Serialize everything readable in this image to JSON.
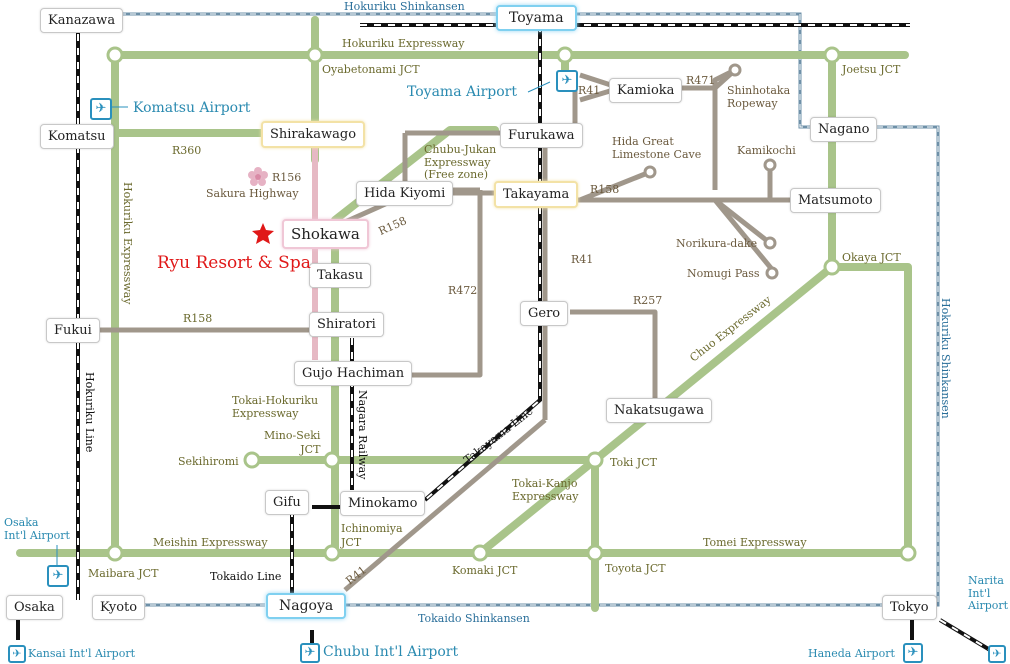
{
  "cities": {
    "kanazawa": "Kanazawa",
    "toyama": "Toyama",
    "komatsu": "Komatsu",
    "fukui": "Fukui",
    "osaka": "Osaka",
    "kyoto": "Kyoto",
    "nagoya": "Nagoya",
    "tokyo": "Tokyo",
    "nagano": "Nagano",
    "matsumoto": "Matsumoto",
    "kamioka": "Kamioka",
    "furukawa": "Furukawa",
    "takayama": "Takayama",
    "hida_kiyomi": "Hida Kiyomi",
    "shirakawago": "Shirakawago",
    "shokawa": "Shokawa",
    "takasu": "Takasu",
    "shiratori": "Shiratori",
    "gujo_hachiman": "Gujo Hachiman",
    "gero": "Gero",
    "nakatsugawa": "Nakatsugawa",
    "gifu": "Gifu",
    "minokamo": "Minokamo"
  },
  "resort": {
    "name": "Ryu Resort & Spa",
    "color": "#e01818"
  },
  "airports": {
    "komatsu": "Komatsu Airport",
    "toyama": "Toyama Airport",
    "osaka": "Osaka\nInt'l Airport",
    "kansai": "Kansai Int'l Airport",
    "chubu": "Chubu Int'l Airport",
    "haneda": "Haneda Airport",
    "narita": "Narita\nInt'l\nAirport"
  },
  "junctions": {
    "oyabetonami": "Oyabetonami JCT",
    "joetsu": "Joetsu JCT",
    "okaya": "Okaya JCT",
    "mino_seki": "Mino-Seki\nJCT",
    "sekihiromi": "Sekihiromi",
    "toki": "Toki JCT",
    "ichinomiya": "Ichinomiya\nJCT",
    "maibara": "Maibara JCT",
    "komaki": "Komaki JCT",
    "toyota": "Toyota JCT"
  },
  "expressways": {
    "hokuriku": "Hokuriku Expressway",
    "hokuriku_vertical": "Hokuriku Expressway",
    "chubu_jukan": "Chubu-Jukan\nExpressway\n(Free zone)",
    "tokai_hokuriku": "Tokai-Hokuriku\nExpressway",
    "chuo": "Chuo Expressway",
    "tokai_kanjo": "Tokai-Kanjo\nExpressway",
    "meishin": "Meishin Expressway",
    "tomei": "Tomei Expressway"
  },
  "routes": {
    "r360": "R360",
    "r156": "R156",
    "sakura": "Sakura Highway",
    "r158_shokawa": "R158",
    "r158_takayama": "R158",
    "r158_fukui": "R158",
    "r41_top": "R41",
    "r41_mid": "R41",
    "r41_bottom": "R41",
    "r472": "R472",
    "r471": "R471",
    "r257": "R257"
  },
  "landmarks": {
    "shinhotaka": "Shinhotaka\nRopeway",
    "hida_great": "Hida Great\nLimestone Cave",
    "kamikochi": "Kamikochi",
    "norikura": "Norikura-dake",
    "nomugi": "Nomugi Pass"
  },
  "rail": {
    "hokuriku_shinkansen_top": "Hokuriku Shinkansen",
    "hokuriku_shinkansen_right": "Hokuriku Shinkansen",
    "tokaido_shinkansen": "Tokaido Shinkansen",
    "hokuriku_line": "Hokuriku Line",
    "tokaido_line": "Tokaido Line",
    "nagara_railway": "Nagara Railway",
    "takayama_line": "Takayama Line"
  },
  "colors": {
    "expressway": "#a9c48a",
    "national_route": "#a0978b",
    "sakura_highway": "#e6b9c4",
    "shinkansen": "#6e90a8",
    "jr_line": "#111111",
    "node_fill": "#ffffff"
  },
  "icons": [
    "star-icon",
    "sakura-flower-icon",
    "airplane-icon"
  ]
}
